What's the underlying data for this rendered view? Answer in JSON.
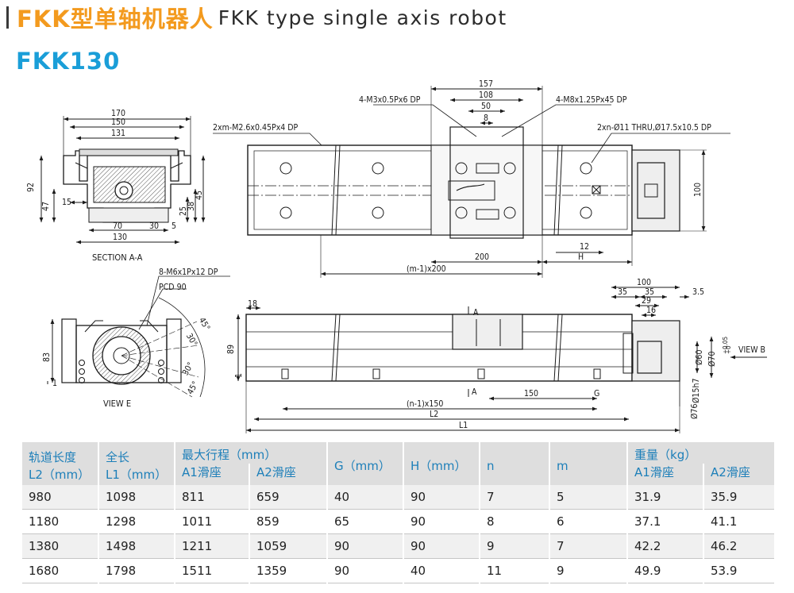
{
  "header": {
    "title_cn": "FKK型单轴机器人",
    "title_en": "FKK type single axis robot",
    "model": "FKK130"
  },
  "drawing": {
    "section_view": {
      "label": "SECTION A-A",
      "dims": [
        "170",
        "150",
        "131",
        "92",
        "47",
        "15",
        "70",
        "130",
        "30",
        "5",
        "25",
        "38",
        "45"
      ]
    },
    "top_view": {
      "callouts": [
        "2xm-M2.6x0.45Px4 DP",
        "4-M3x0.5Px6 DP",
        "4-M8x1.25Px45 DP",
        "2xn-Ø11 THRU,Ø17.5x10.5 DP"
      ],
      "dims": [
        "157",
        "108",
        "50",
        "8",
        "100",
        "12",
        "200",
        "H",
        "(m-1)x200"
      ]
    },
    "end_view": {
      "label": "VIEW E",
      "callouts": [
        "8-M6x1Px12 DP",
        "PCD 90"
      ],
      "dims": [
        "83",
        "1",
        "45°",
        "30°",
        "30°",
        "45°"
      ]
    },
    "side_view": {
      "dims": [
        "18",
        "89",
        "1",
        "A",
        "A",
        "150",
        "G",
        "(n-1)x150",
        "L2",
        "L1",
        "100",
        "35",
        "35",
        "3.5",
        "29",
        "16",
        "Ø60",
        "Ø70",
        "Ø15h7",
        "Ø76"
      ],
      "tolerance_upper": "+0.05",
      "tolerance_lower": "+0",
      "view_b": "VIEW B"
    }
  },
  "table": {
    "headers": {
      "rail_length_1": "轨道长度",
      "rail_length_2": "L2（mm）",
      "total_length_1": "全长",
      "total_length_2": "L1（mm）",
      "max_stroke": "最大行程（mm）",
      "a1": "A1滑座",
      "a2": "A2滑座",
      "g": "G（mm）",
      "h": "H（mm）",
      "n": "n",
      "m": "m",
      "weight": "重量（kg）",
      "wa1": "A1滑座",
      "wa2": "A2滑座"
    },
    "rows": [
      [
        "980",
        "1098",
        "811",
        "659",
        "40",
        "90",
        "7",
        "5",
        "31.9",
        "35.9"
      ],
      [
        "1180",
        "1298",
        "1011",
        "859",
        "65",
        "90",
        "8",
        "6",
        "37.1",
        "41.1"
      ],
      [
        "1380",
        "1498",
        "1211",
        "1059",
        "90",
        "90",
        "9",
        "7",
        "42.2",
        "46.2"
      ],
      [
        "1680",
        "1798",
        "1511",
        "1359",
        "90",
        "40",
        "11",
        "9",
        "49.9",
        "53.9"
      ]
    ]
  }
}
